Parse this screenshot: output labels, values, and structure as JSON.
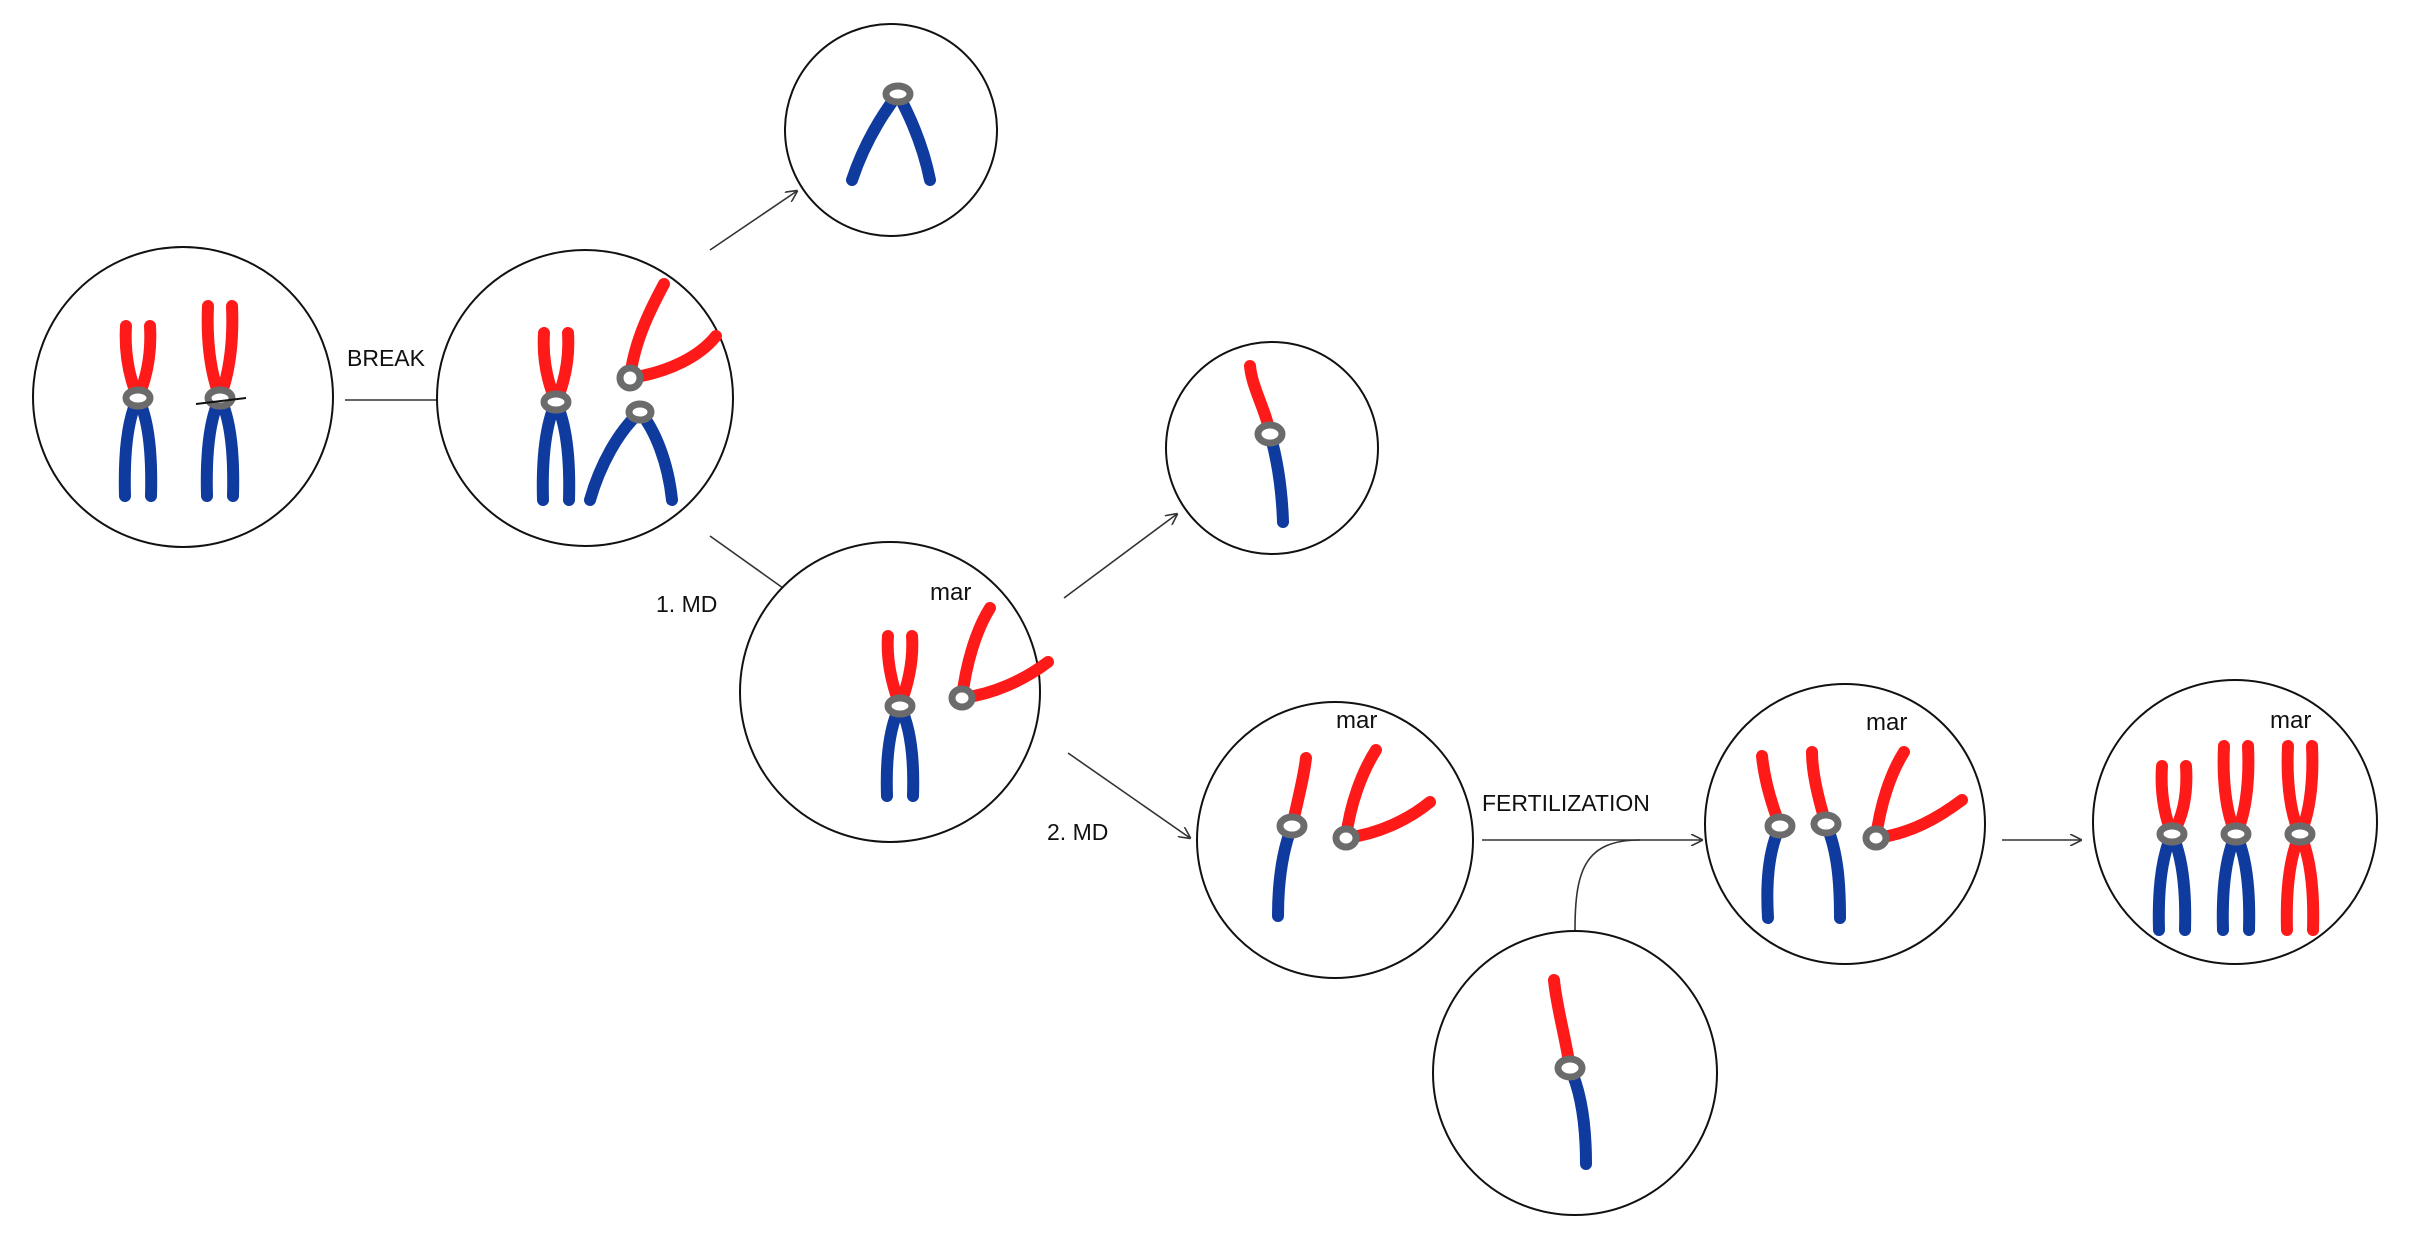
{
  "labels": {
    "break": "BREAK",
    "md1": "1. MD",
    "md2": "2. MD",
    "fertilization": "FERTILIZATION",
    "mar": "mar"
  },
  "colors": {
    "red_arm": "#ff1a1a",
    "blue_arm": "#0f3a9e",
    "centromere": "#6b6b6b",
    "outline": "#111111"
  }
}
